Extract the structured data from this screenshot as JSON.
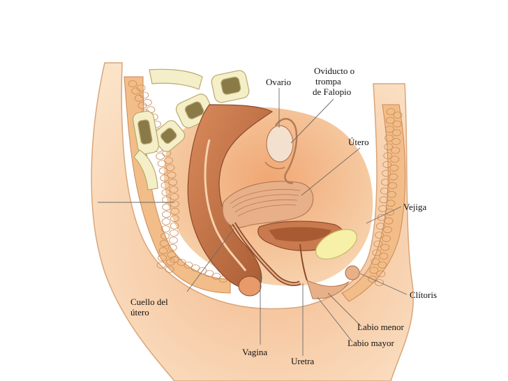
{
  "labels": {
    "ovario": "Ovario",
    "oviducto_l1": "Oviducto o",
    "oviducto_l2": "trompa",
    "oviducto_l3": "de Falopio",
    "utero": "Útero",
    "vejiga": "Vejiga",
    "clitoris": "Clítoris",
    "cuello_l1": "Cuello del",
    "cuello_l2": "útero",
    "labio_menor": "Labio menor",
    "labio_mayor": "Labio mayor",
    "vagina": "Vagina",
    "uretra": "Uretra"
  },
  "colors": {
    "skin": "#f7d2ac",
    "skin_light": "#fbe3c8",
    "skin_outline": "#d9a57a",
    "bone": "#f4efc8",
    "bone_outline": "#b9a86a",
    "bone_marrow": "#7a6a3a",
    "fat_cells": "#f2bd88",
    "fat_outline": "#c98a56",
    "muscle": "#c97a4e",
    "muscle_dark": "#8c4a2a",
    "uterus": "#e8b089",
    "uterus_line": "#b57a52",
    "bladder_yellow": "#f6f0a8",
    "leader_line": "#6a6a6a"
  }
}
